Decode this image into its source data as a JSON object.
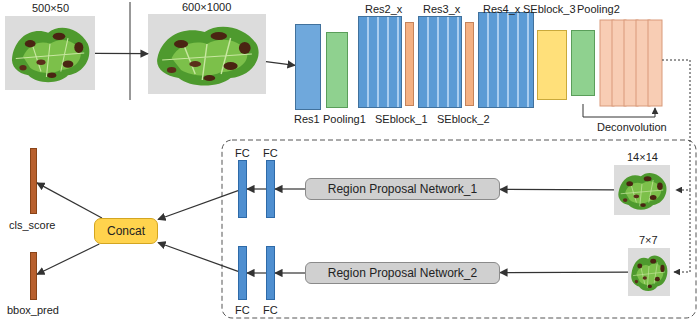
{
  "diagram": {
    "nodes": [
      {
        "text": [
          "500×50"
        ]
      },
      {
        "text": [
          "600×1000"
        ]
      },
      {
        "text": [
          "Res1"
        ]
      },
      {
        "text": [
          "Pooling1"
        ]
      },
      {
        "text": [
          "Res2_x"
        ]
      },
      {
        "text": [
          "SEblock_1"
        ]
      },
      {
        "text": [
          "Res3_x"
        ]
      },
      {
        "text": [
          "SEblock_2"
        ]
      },
      {
        "text": [
          "Res4_x"
        ]
      },
      {
        "text": [
          "SEblock_3"
        ]
      },
      {
        "text": [
          "Pooling2"
        ]
      },
      {
        "text": [
          "Region Proposal Network_1"
        ]
      },
      {
        "text": [
          "Region Proposal Network_2"
        ]
      },
      {
        "text": [
          "14×14"
        ]
      },
      {
        "text": [
          "7×7"
        ]
      },
      {
        "text": [
          "FC"
        ]
      },
      {
        "text": [
          "FC"
        ]
      },
      {
        "text": [
          "FC"
        ]
      },
      {
        "text": [
          "FC"
        ]
      },
      {
        "text": [
          "Concat"
        ]
      },
      {
        "text": [
          "cls_score"
        ]
      },
      {
        "text": [
          "bbox_pred"
        ]
      }
    ],
    "edges": [
      {
        "from": 0,
        "to": 1,
        "arrow": "to"
      },
      {
        "from": 1,
        "to": 2,
        "arrow": "to"
      },
      {
        "from": 13,
        "to": 11,
        "arrow": "to"
      },
      {
        "from": 11,
        "to": 16,
        "arrow": "to"
      },
      {
        "from": 16,
        "to": 15,
        "arrow": "to"
      },
      {
        "from": 15,
        "to": 19,
        "arrow": "to"
      },
      {
        "from": 14,
        "to": 12,
        "arrow": "to"
      },
      {
        "from": 12,
        "to": 18,
        "arrow": "to"
      },
      {
        "from": 18,
        "to": 17,
        "arrow": "to"
      },
      {
        "from": 17,
        "to": 19,
        "arrow": "to"
      },
      {
        "from": 19,
        "to": 20,
        "arrow": "to"
      },
      {
        "from": 19,
        "to": 21,
        "arrow": "to"
      }
    ],
    "labels": [
      "Deconvolution"
    ]
  }
}
